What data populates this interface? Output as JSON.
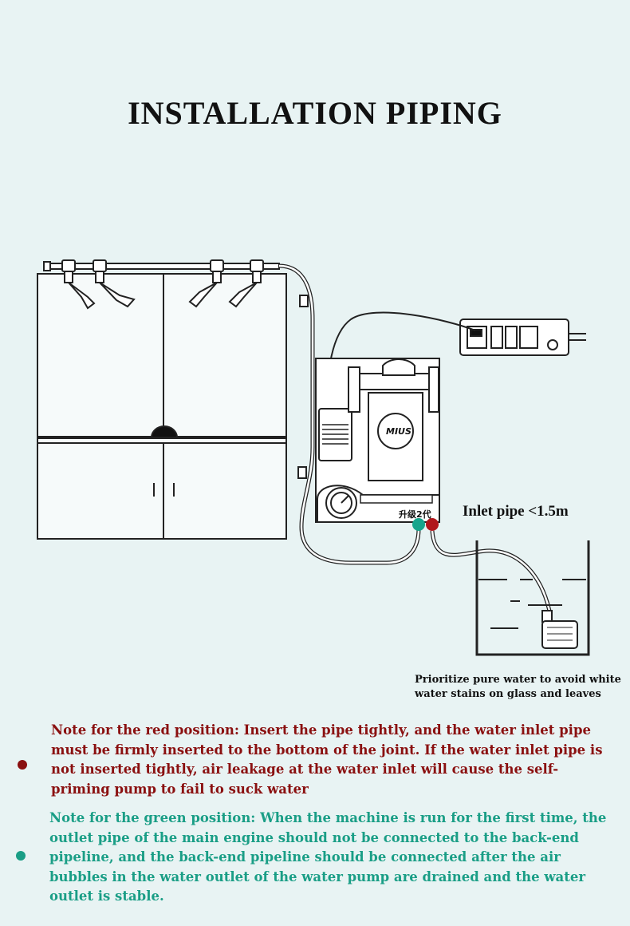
{
  "title": "INSTALLATION PIPING",
  "diagram": {
    "inlet_label": "Inlet pipe <1.5m",
    "water_note": "Prioritize pure water to avoid white water stains on glass and leaves",
    "pump_brand": "MIUS",
    "panel_label": "升级2代",
    "colors": {
      "red": "#b0161b",
      "green": "#16a58c",
      "line": "#222222"
    }
  },
  "notes": {
    "red": "Note for the red position: Insert the pipe tightly, and the water inlet pipe must be firmly inserted to the bottom of the joint. If the water inlet pipe is not inserted tightly, air leakage at the water inlet will cause the self-priming pump to fail to suck water",
    "green": "Note for the green position: When the machine is run for the first time, the outlet pipe of the main engine should not be connected to the back-end pipeline, and the back-end pipeline should be connected after the air bubbles in the water outlet of the water pump are drained and the water outlet is stable."
  }
}
